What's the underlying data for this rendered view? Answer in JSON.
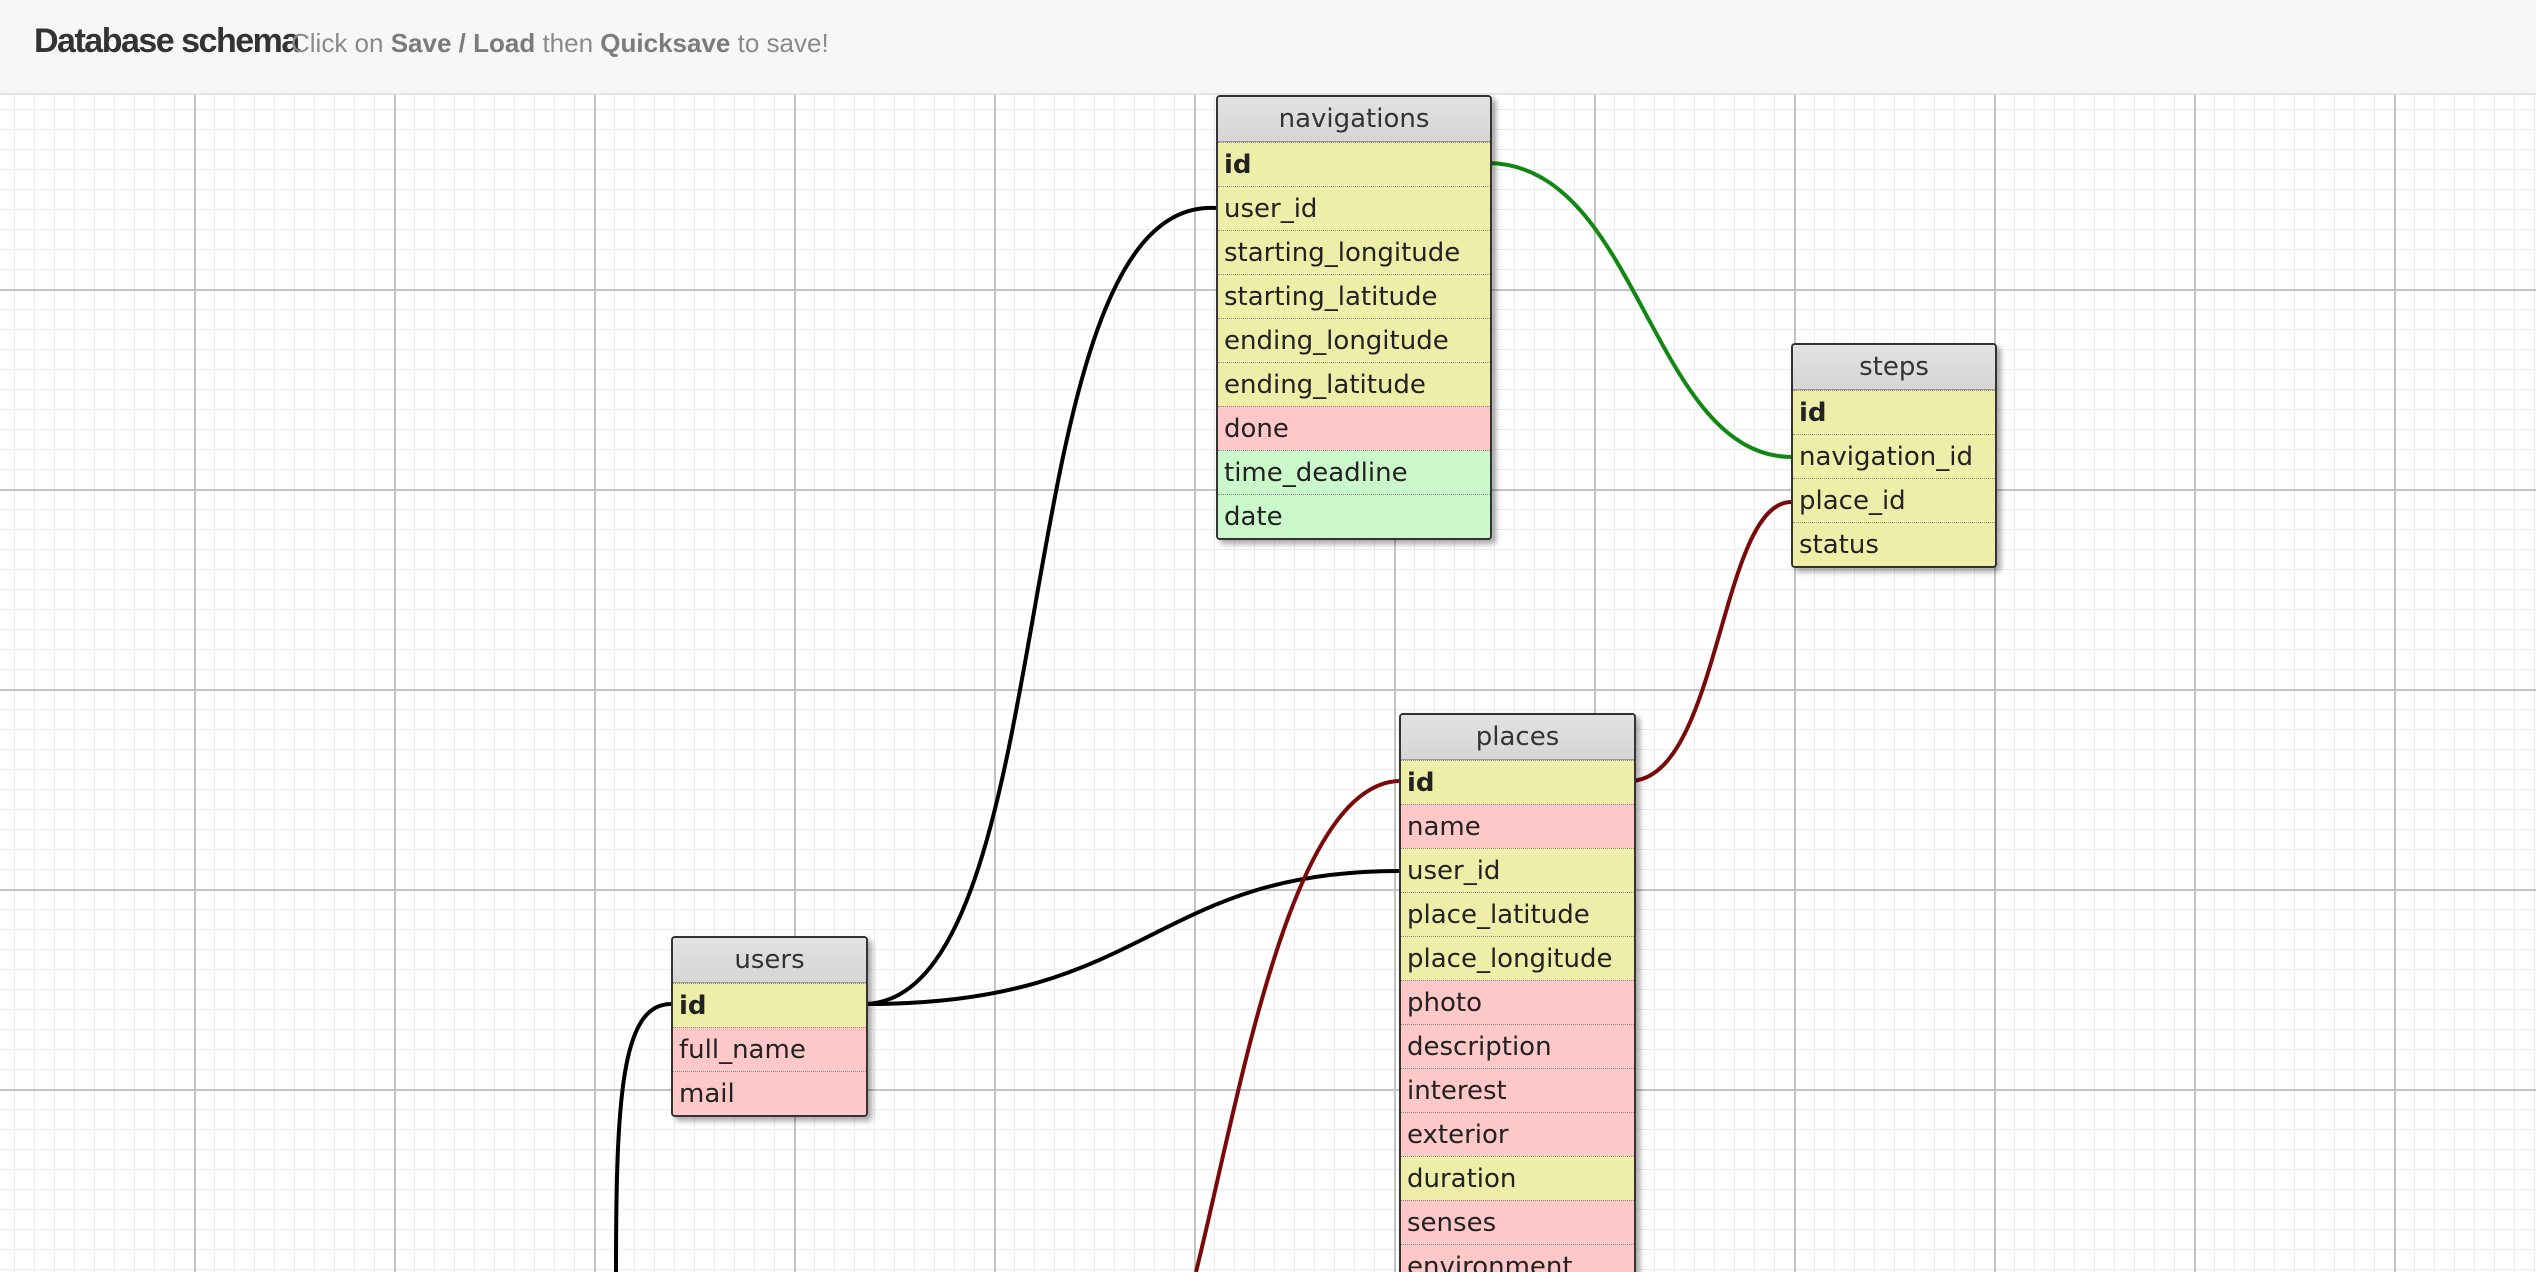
{
  "header": {
    "title": "Database schema",
    "hint_prefix": "Click on",
    "hint_save_load": "Save / Load",
    "hint_then": "then",
    "hint_quicksave": "Quicksave",
    "hint_suffix": "to save!"
  },
  "colors": {
    "int": "#eeeea8",
    "text": "#fec8c8",
    "date": "#caf8ca",
    "relation_users": "#000000",
    "relation_navigations": "#118811",
    "relation_places": "#7a0a0a"
  },
  "tables": {
    "navigations": {
      "name": "navigations",
      "fields": [
        {
          "name": "id",
          "type": "int",
          "pk": true
        },
        {
          "name": "user_id",
          "type": "int"
        },
        {
          "name": "starting_longitude",
          "type": "int"
        },
        {
          "name": "starting_latitude",
          "type": "int"
        },
        {
          "name": "ending_longitude",
          "type": "int"
        },
        {
          "name": "ending_latitude",
          "type": "int"
        },
        {
          "name": "done",
          "type": "text"
        },
        {
          "name": "time_deadline",
          "type": "date"
        },
        {
          "name": "date",
          "type": "date"
        }
      ]
    },
    "steps": {
      "name": "steps",
      "fields": [
        {
          "name": "id",
          "type": "int",
          "pk": true
        },
        {
          "name": "navigation_id",
          "type": "int"
        },
        {
          "name": "place_id",
          "type": "int"
        },
        {
          "name": "status",
          "type": "int"
        }
      ]
    },
    "places": {
      "name": "places",
      "fields": [
        {
          "name": "id",
          "type": "int",
          "pk": true
        },
        {
          "name": "name",
          "type": "text"
        },
        {
          "name": "user_id",
          "type": "int"
        },
        {
          "name": "place_latitude",
          "type": "int"
        },
        {
          "name": "place_longitude",
          "type": "int"
        },
        {
          "name": "photo",
          "type": "text"
        },
        {
          "name": "description",
          "type": "text"
        },
        {
          "name": "interest",
          "type": "text"
        },
        {
          "name": "exterior",
          "type": "text"
        },
        {
          "name": "duration",
          "type": "int"
        },
        {
          "name": "senses",
          "type": "text"
        },
        {
          "name": "environment",
          "type": "text"
        }
      ]
    },
    "users": {
      "name": "users",
      "fields": [
        {
          "name": "id",
          "type": "int",
          "pk": true
        },
        {
          "name": "full_name",
          "type": "text"
        },
        {
          "name": "mail",
          "type": "text"
        }
      ]
    }
  },
  "relations": [
    {
      "from": "navigations.user_id",
      "to": "users.id",
      "color": "#000000"
    },
    {
      "from": "places.user_id",
      "to": "users.id",
      "color": "#000000"
    },
    {
      "from": "steps.navigation_id",
      "to": "navigations.id",
      "color": "#118811"
    },
    {
      "from": "steps.place_id",
      "to": "places.id",
      "color": "#7a0a0a"
    }
  ]
}
